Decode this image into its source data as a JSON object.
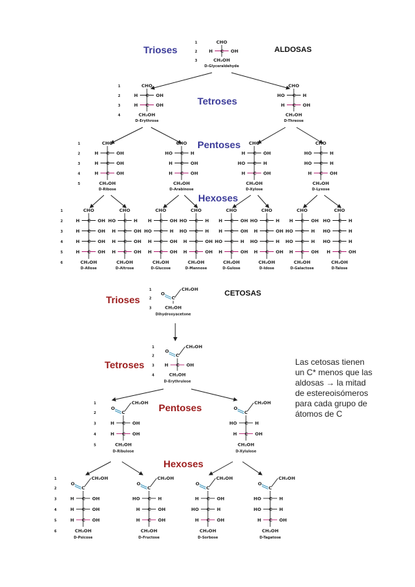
{
  "colors": {
    "aldose_section": "#3b3b99",
    "ketose_section": "#9c1c1c",
    "carbonyl": "#2b8bb5",
    "new_center": "#b0206f",
    "number": "#2e8b57",
    "text": "#222222"
  },
  "headings": {
    "aldosas": "ALDOSAS",
    "cetosas": "CETOSAS"
  },
  "aldose": {
    "sections": [
      "Trioses",
      "Tetroses",
      "Pentoses",
      "Hexoses"
    ],
    "numbers": [
      "1",
      "2",
      "3",
      "4",
      "5",
      "6"
    ],
    "trioses": [
      {
        "name": "D-Glyceraldehyde",
        "sub": [
          "R"
        ]
      }
    ],
    "tetroses": [
      {
        "name": "D-Erythrose",
        "sub": [
          "R",
          "R"
        ]
      },
      {
        "name": "D-Threose",
        "sub": [
          "L",
          "R"
        ]
      }
    ],
    "pentoses": [
      {
        "name": "D-Ribose",
        "sub": [
          "R",
          "R",
          "R"
        ]
      },
      {
        "name": "D-Arabinose",
        "sub": [
          "L",
          "R",
          "R"
        ]
      },
      {
        "name": "D-Xylose",
        "sub": [
          "R",
          "L",
          "R"
        ]
      },
      {
        "name": "D-Lyxose",
        "sub": [
          "L",
          "L",
          "R"
        ]
      }
    ],
    "hexoses": [
      {
        "name": "D-Allose",
        "sub": [
          "R",
          "R",
          "R",
          "R"
        ]
      },
      {
        "name": "D-Altrose",
        "sub": [
          "L",
          "R",
          "R",
          "R"
        ]
      },
      {
        "name": "D-Glucose",
        "sub": [
          "R",
          "L",
          "R",
          "R"
        ]
      },
      {
        "name": "D-Mannose",
        "sub": [
          "L",
          "L",
          "R",
          "R"
        ]
      },
      {
        "name": "D-Gulose",
        "sub": [
          "R",
          "R",
          "L",
          "R"
        ]
      },
      {
        "name": "D-Idose",
        "sub": [
          "L",
          "R",
          "L",
          "R"
        ]
      },
      {
        "name": "D-Galactose",
        "sub": [
          "R",
          "L",
          "L",
          "R"
        ]
      },
      {
        "name": "D-Talose",
        "sub": [
          "L",
          "L",
          "L",
          "R"
        ]
      }
    ]
  },
  "ketose": {
    "sections": [
      "Trioses",
      "Tetroses",
      "Pentoses",
      "Hexoses"
    ],
    "numbers": [
      "1",
      "2",
      "3",
      "4",
      "5",
      "6"
    ],
    "trioses": [
      {
        "name": "Dihydroxyacetone",
        "sub": []
      }
    ],
    "tetroses": [
      {
        "name": "D-Erythrulose",
        "sub": [
          "R"
        ]
      }
    ],
    "pentoses": [
      {
        "name": "D-Ribulose",
        "sub": [
          "R",
          "R"
        ]
      },
      {
        "name": "D-Xylulose",
        "sub": [
          "L",
          "R"
        ]
      }
    ],
    "hexoses": [
      {
        "name": "D-Psicose",
        "sub": [
          "R",
          "R",
          "R"
        ]
      },
      {
        "name": "D-Fructose",
        "sub": [
          "L",
          "R",
          "R"
        ]
      },
      {
        "name": "D-Sorbose",
        "sub": [
          "R",
          "L",
          "R"
        ]
      },
      {
        "name": "D-Tagatose",
        "sub": [
          "L",
          "L",
          "R"
        ]
      }
    ]
  },
  "labels": {
    "cho": "CHO",
    "ch2oh": "CH₂OH",
    "oh": "OH",
    "h": "H",
    "c": "C",
    "o": "O"
  },
  "note": [
    "Las cetosas tienen",
    "un C* menos que las",
    "aldosas → la mitad",
    "de estereoisómeros",
    "para cada grupo de",
    "átomos de C"
  ]
}
